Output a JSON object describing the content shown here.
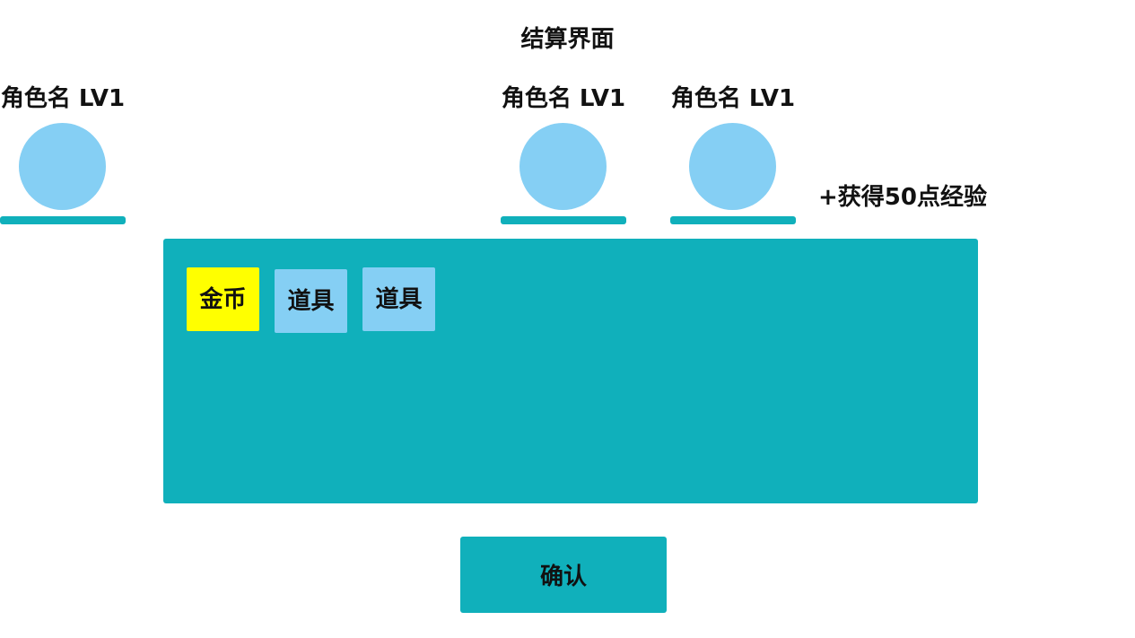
{
  "title": "结算界面",
  "characters": [
    {
      "name": "角色名 LV1",
      "avatar_color": "#85cff4",
      "exp_bar_color": "#10b0bb",
      "exp_progress": 1.0
    },
    {
      "name": "角色名 LV1",
      "avatar_color": "#85cff4",
      "exp_bar_color": "#10b0bb",
      "exp_progress": 1.0
    },
    {
      "name": "角色名 LV1",
      "avatar_color": "#85cff4",
      "exp_bar_color": "#10b0bb",
      "exp_progress": 1.0
    }
  ],
  "exp_gain_text": "+获得50点经验",
  "reward_panel": {
    "background_color": "#10b0bb",
    "items": [
      {
        "label": "金币",
        "color": "#ffff00"
      },
      {
        "label": "道具",
        "color": "#85cff4"
      },
      {
        "label": "道具",
        "color": "#85cff4"
      }
    ]
  },
  "confirm_button": {
    "label": "确认",
    "color": "#10b0bb"
  }
}
